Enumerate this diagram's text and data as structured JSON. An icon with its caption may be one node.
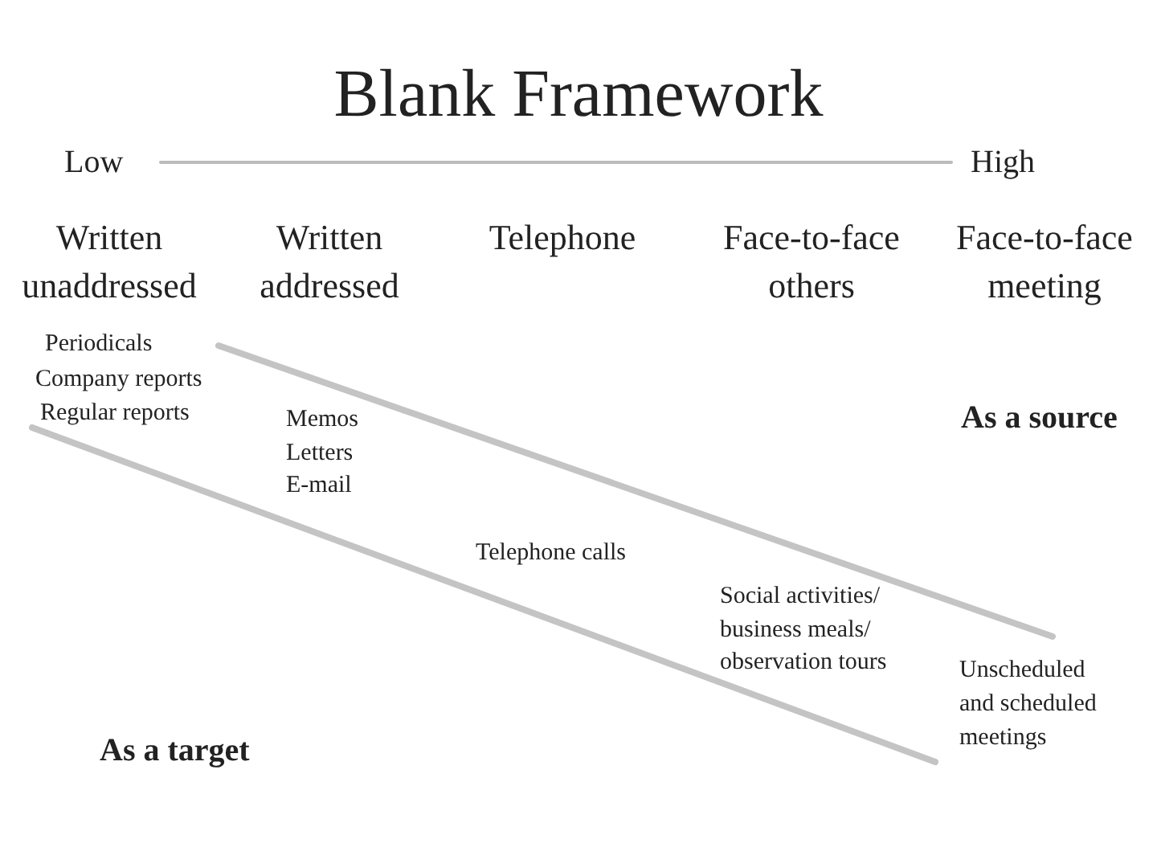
{
  "diagram": {
    "title": "Blank Framework",
    "labels": [
      "Low",
      "High",
      "Written unaddressed",
      "Written addressed",
      "Telephone",
      "Face-to-face others",
      "Face-to-face meeting",
      "Periodicals",
      "Company reports",
      "Regular reports",
      "Memos",
      "As a source",
      "Letters",
      "E-mail",
      "Telephone calls",
      "Social activities/",
      "business meals/",
      "observation tours",
      "Unscheduled and scheduled meetings",
      "As a target"
    ]
  }
}
